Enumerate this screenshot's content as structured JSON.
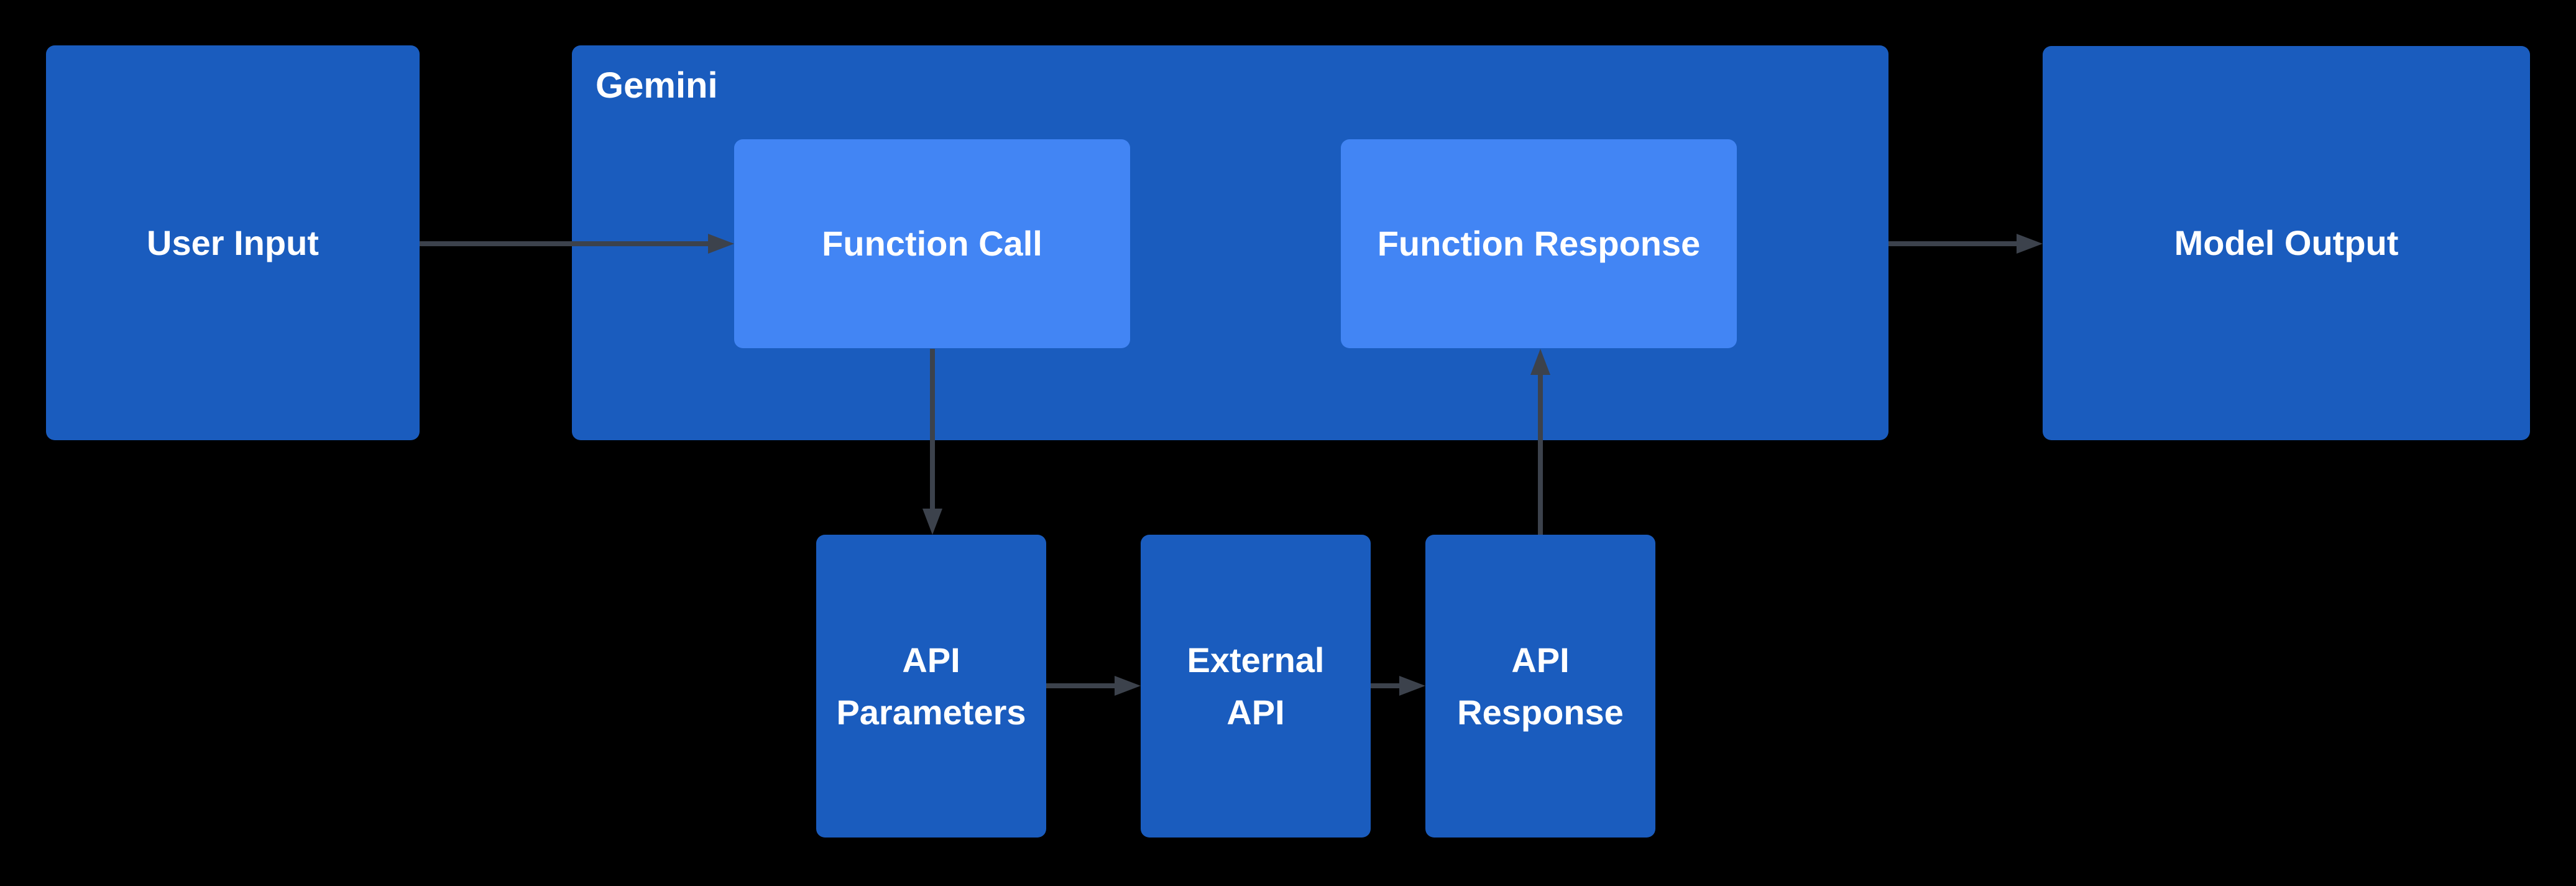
{
  "colors": {
    "background": "#000000",
    "node-dark": "#1A5CBE",
    "node-light": "#4285F4",
    "arrow": "#3C424C",
    "text": "#FFFFFF"
  },
  "diagram": {
    "container": {
      "label": "Gemini"
    },
    "nodes": {
      "user_input": {
        "label": "User Input"
      },
      "function_call": {
        "label": "Function Call"
      },
      "function_response": {
        "label": "Function Response"
      },
      "model_output": {
        "label": "Model Output"
      },
      "api_parameters": {
        "line1": "API",
        "line2": "Parameters"
      },
      "external_api": {
        "line1": "External",
        "line2": "API"
      },
      "api_response": {
        "line1": "API",
        "line2": "Response"
      }
    },
    "edges": [
      {
        "from": "User Input",
        "to": "Function Call"
      },
      {
        "from": "Function Call",
        "to": "API Parameters"
      },
      {
        "from": "API Parameters",
        "to": "External API"
      },
      {
        "from": "External API",
        "to": "API Response"
      },
      {
        "from": "API Response",
        "to": "Function Response"
      },
      {
        "from": "Gemini",
        "to": "Model Output"
      }
    ]
  }
}
